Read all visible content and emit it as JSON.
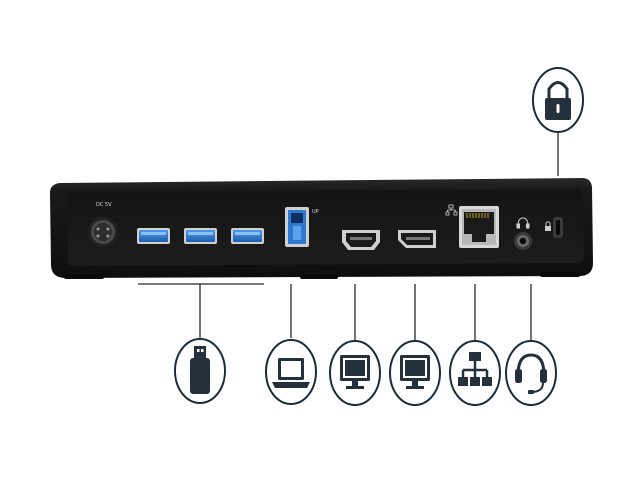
{
  "dock": {
    "labels": {
      "dc_in": "DC 5V",
      "usb_up": "UP"
    },
    "ports": [
      "dc-in",
      "usb-3",
      "usb-3",
      "usb-3",
      "usb-b-upstream",
      "hdmi",
      "displayport",
      "ethernet",
      "audio-jack",
      "lock-slot"
    ]
  },
  "callouts": [
    {
      "id": "usb",
      "icon": "usb-flash-drive-icon"
    },
    {
      "id": "laptop",
      "icon": "laptop-icon"
    },
    {
      "id": "monitor-hdmi",
      "icon": "monitor-icon"
    },
    {
      "id": "monitor-dp",
      "icon": "monitor-icon"
    },
    {
      "id": "network",
      "icon": "network-icon"
    },
    {
      "id": "headset",
      "icon": "headset-icon"
    },
    {
      "id": "lock",
      "icon": "padlock-icon"
    }
  ],
  "colors": {
    "body": "#141414",
    "usb_blue": "#2f7fd6",
    "callout_stroke": "#1a2b3c",
    "icon": "#24303c"
  }
}
